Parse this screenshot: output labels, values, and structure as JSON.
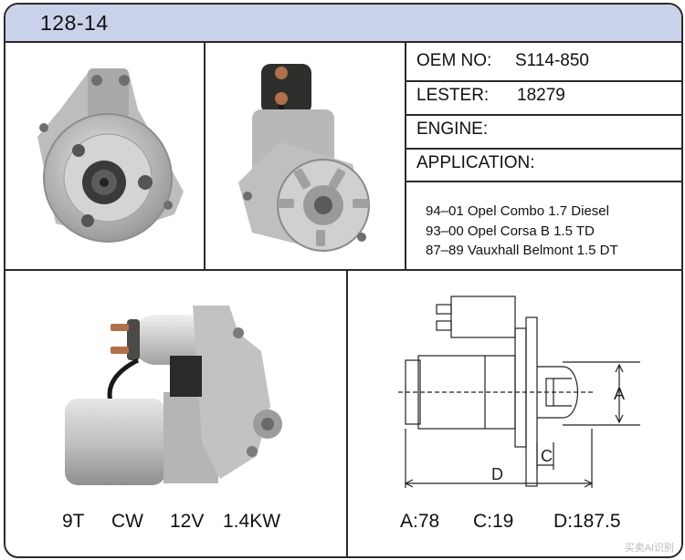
{
  "part_number": "128-14",
  "specs": {
    "oem_label": "OEM NO:",
    "oem_value": "S114-850",
    "lester_label": "LESTER:",
    "lester_value": "18279",
    "engine_label": "ENGINE:",
    "engine_value": "",
    "application_label": "APPLICATION:"
  },
  "applications": [
    "94–01 Opel Combo 1.7 Diesel",
    "93–00 Opel Corsa B 1.5 TD",
    "87–89 Vauxhall Belmont 1.5 DT"
  ],
  "ratings": {
    "teeth": "9T",
    "rotation": "CW",
    "voltage": "12V",
    "power": "1.4KW"
  },
  "dimensions": {
    "a_label": "A",
    "c_label": "C",
    "d_label": "D",
    "a_value": "A:78",
    "c_value": "C:19",
    "d_value": "D:187.5"
  },
  "watermark": "买卖AI识别"
}
